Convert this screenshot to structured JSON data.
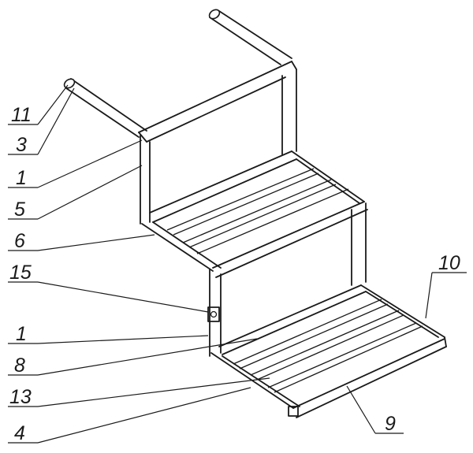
{
  "callouts": {
    "c11": "11",
    "c3": "3",
    "c1a": "1",
    "c5": "5",
    "c6": "6",
    "c15": "15",
    "c1b": "1",
    "c8": "8",
    "c13": "13",
    "c4": "4",
    "c10": "10",
    "c9": "9"
  }
}
